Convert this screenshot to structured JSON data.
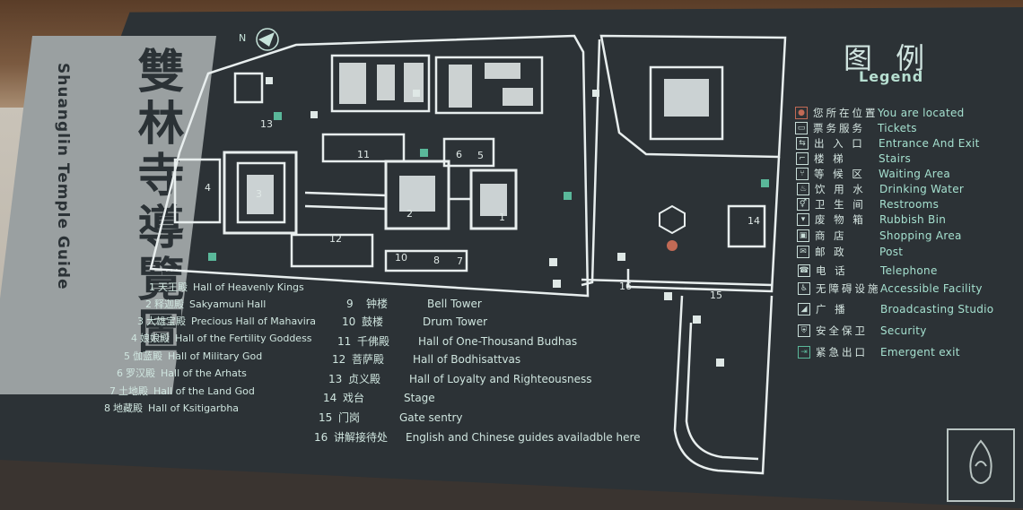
{
  "title_zh": "雙林寺導覽圖",
  "title_en": "Shuanglin Temple Guide",
  "compass_label": "N",
  "legend": {
    "title_zh": "图 例",
    "title_en": "Legend",
    "items": [
      {
        "zh": "您所在位置",
        "en": "You are located",
        "icon": "location-marker-icon"
      },
      {
        "zh": "票务服务",
        "en": "Tickets",
        "icon": "ticket-icon"
      },
      {
        "zh": "出 入 口",
        "en": "Entrance And Exit",
        "icon": "entrance-exit-icon"
      },
      {
        "zh": "楼 梯",
        "en": "Stairs",
        "icon": "stairs-icon"
      },
      {
        "zh": "等 候 区",
        "en": "Waiting Area",
        "icon": "waiting-area-icon"
      },
      {
        "zh": "饮 用 水",
        "en": "Drinking Water",
        "icon": "drinking-water-icon"
      },
      {
        "zh": "卫 生 间",
        "en": "Restrooms",
        "icon": "restroom-icon"
      },
      {
        "zh": "废 物 箱",
        "en": "Rubbish Bin",
        "icon": "rubbish-bin-icon"
      },
      {
        "zh": "商 店",
        "en": "Shopping Area",
        "icon": "shop-icon"
      },
      {
        "zh": "邮 政",
        "en": "Post",
        "icon": "post-icon"
      },
      {
        "zh": "电 话",
        "en": "Telephone",
        "icon": "telephone-icon"
      },
      {
        "zh": "无障碍设施",
        "en": "Accessible Facility",
        "icon": "accessible-icon"
      },
      {
        "zh": "广 播",
        "en": "Broadcasting Studio",
        "icon": "broadcast-icon"
      },
      {
        "zh": "安全保卫",
        "en": "Security",
        "icon": "security-icon"
      },
      {
        "zh": "紧急出口",
        "en": "Emergent exit",
        "icon": "emergency-exit-icon"
      }
    ]
  },
  "halls_left": [
    {
      "num": "1",
      "zh": "天王殿",
      "en": "Hall of Heavenly Kings"
    },
    {
      "num": "2",
      "zh": "释迦殿",
      "en": "Sakyamuni Hall"
    },
    {
      "num": "3",
      "zh": "大雄宝殿",
      "en": "Precious Hall of Mahavira"
    },
    {
      "num": "4",
      "zh": "娘娘殿",
      "en": "Hall of the Fertility Goddess"
    },
    {
      "num": "5",
      "zh": "伽蓝殿",
      "en": "Hall of Military God"
    },
    {
      "num": "6",
      "zh": "罗汉殿",
      "en": "Hall of the Arhats"
    },
    {
      "num": "7",
      "zh": "土地殿",
      "en": "Hall of the Land God"
    },
    {
      "num": "8",
      "zh": "地藏殿",
      "en": "Hall of Ksitigarbha"
    }
  ],
  "halls_right": [
    {
      "num": "9",
      "zh": "钟楼",
      "en": "Bell Tower"
    },
    {
      "num": "10",
      "zh": "鼓楼",
      "en": "Drum Tower"
    },
    {
      "num": "11",
      "zh": "千佛殿",
      "en": "Hall of One-Thousand Budhas"
    },
    {
      "num": "12",
      "zh": "菩萨殿",
      "en": "Hall of Bodhisattvas"
    },
    {
      "num": "13",
      "zh": "贞义殿",
      "en": "Hall of Loyalty and Righteousness"
    },
    {
      "num": "14",
      "zh": "戏台",
      "en": "Stage"
    },
    {
      "num": "15",
      "zh": "门岗",
      "en": "Gate sentry"
    },
    {
      "num": "16",
      "zh": "讲解接待处",
      "en": "English and Chinese guides availadble here"
    }
  ],
  "map_labels": [
    "1",
    "2",
    "3",
    "4",
    "5",
    "6",
    "7",
    "8",
    "10",
    "11",
    "12",
    "13",
    "14",
    "15",
    "16"
  ],
  "colors": {
    "board": "#2c3236",
    "line": "#e8eeee",
    "text": "#cfe5df",
    "accent": "#a5e0cf"
  }
}
